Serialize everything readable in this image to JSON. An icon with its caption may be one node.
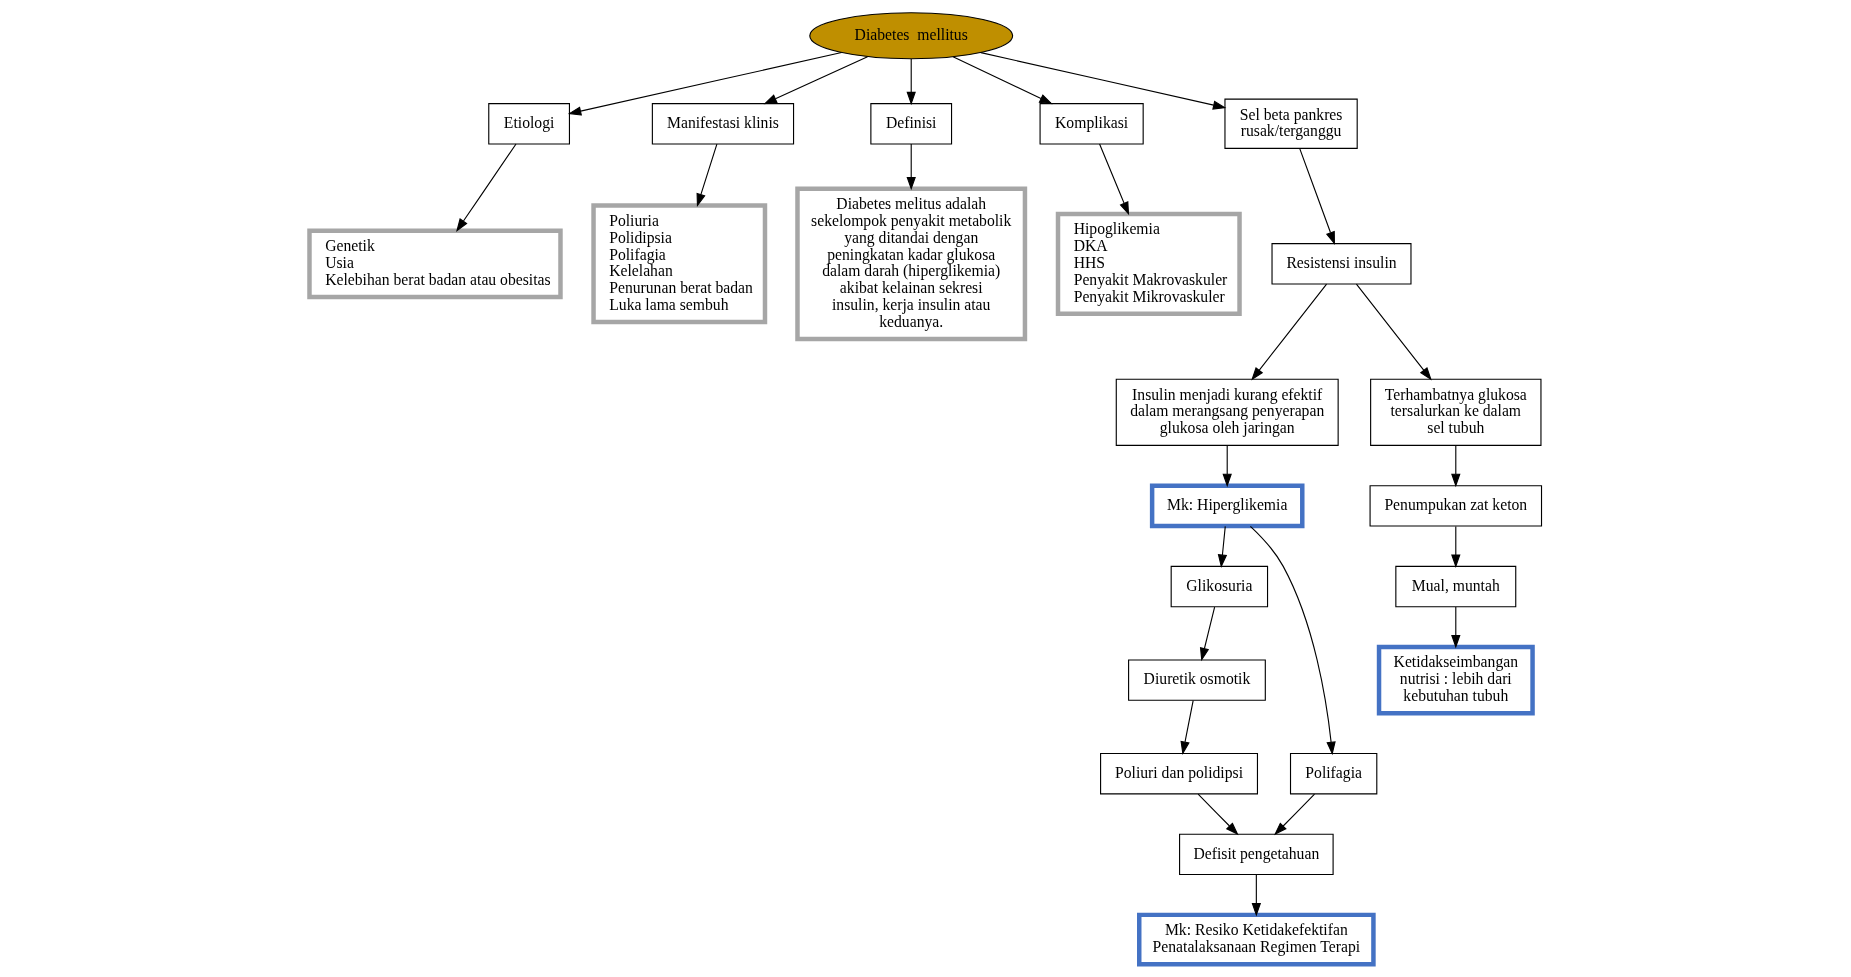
{
  "diagram": {
    "nodes": [
      {
        "text": [
          "Genetik",
          "Usia",
          "Kelebihan berat badan atau obesitas"
        ]
      },
      {
        "text": [
          "Etiologi"
        ]
      },
      {
        "text": [
          "Diabetes melitus adalah sekelompok penyakit metabolik yang ditandai dengan peningkatan kadar glukosa dalam darah (hiperglikemia) akibat kelainan sekresi insulin, kerja insulin atau keduanya."
        ]
      },
      {
        "text": [
          "Manifestasi klinis"
        ]
      },
      {
        "text": [
          "Definisi"
        ]
      },
      {
        "text": [
          "Poliuria",
          "Polidipsia",
          "Polifagia",
          "Kelelahan",
          "Penurunan berat badan",
          "Luka lama sembuh"
        ]
      },
      {
        "text": [
          "Diabetes  mellitus"
        ]
      },
      {
        "text": [
          "Komplikasi"
        ]
      },
      {
        "text": [
          "Sel beta pankres rusak/terganggu"
        ]
      },
      {
        "text": [
          "Hipoglikemia",
          "DKA",
          "HHS",
          "Penyakit Makrovaskuler",
          "Penyakit Mikrovaskuler"
        ]
      },
      {
        "text": [
          "Resistensi insulin"
        ]
      },
      {
        "text": [
          "Insulin menjadi kurang efektif dalam merangsang penyerapan glukosa oleh jaringan"
        ]
      },
      {
        "text": [
          "Terhambatnya glukosa tersalurkan ke dalam sel tubuh"
        ]
      },
      {
        "text": [
          "Penumpukan zat keton"
        ]
      },
      {
        "text": [
          "Mual, muntah"
        ]
      },
      {
        "text": [
          "Ketidakseimbangan nutrisi : lebih dari kebutuhan tubuh"
        ]
      },
      {
        "text": [
          "Glikosuria"
        ]
      },
      {
        "text": [
          "Diuretik osmotik"
        ]
      },
      {
        "text": [
          "Poliuri dan polidipsi"
        ]
      },
      {
        "text": [
          "Mk: Hiperglikemia"
        ]
      },
      {
        "text": [
          "Polifagia"
        ]
      },
      {
        "text": [
          "Defisit pengetahuan"
        ]
      },
      {
        "text": [
          "Mk: Resiko Ketidakefektifan Penatalaksanaan Regimen Terapi"
        ]
      }
    ],
    "edges": [
      {
        "from": 1,
        "to": 0,
        "arrow": "to"
      },
      {
        "from": 6,
        "to": 1,
        "arrow": "to"
      },
      {
        "from": 6,
        "to": 3,
        "arrow": "to"
      },
      {
        "from": 3,
        "to": 5,
        "arrow": "to"
      },
      {
        "from": 6,
        "to": 4,
        "arrow": "to"
      },
      {
        "from": 4,
        "to": 2,
        "arrow": "to"
      },
      {
        "from": 6,
        "to": 7,
        "arrow": "to"
      },
      {
        "from": 7,
        "to": 9,
        "arrow": "to"
      },
      {
        "from": 6,
        "to": 8,
        "arrow": "to"
      },
      {
        "from": 8,
        "to": 10,
        "arrow": "to"
      },
      {
        "from": 10,
        "to": 11,
        "arrow": "to"
      },
      {
        "from": 10,
        "to": 12,
        "arrow": "to"
      },
      {
        "from": 12,
        "to": 13,
        "arrow": "to"
      },
      {
        "from": 13,
        "to": 14,
        "arrow": "to"
      },
      {
        "from": 14,
        "to": 15,
        "arrow": "to"
      },
      {
        "from": 11,
        "to": 19,
        "arrow": "to"
      },
      {
        "from": 19,
        "to": 16,
        "arrow": "to"
      },
      {
        "from": 16,
        "to": 17,
        "arrow": "to"
      },
      {
        "from": 17,
        "to": 18,
        "arrow": "to"
      },
      {
        "from": 18,
        "to": 21,
        "arrow": "to"
      },
      {
        "from": 19,
        "to": 20,
        "arrow": "to"
      },
      {
        "from": 20,
        "to": 21,
        "arrow": "to"
      },
      {
        "from": 21,
        "to": 22,
        "arrow": "to"
      }
    ]
  }
}
